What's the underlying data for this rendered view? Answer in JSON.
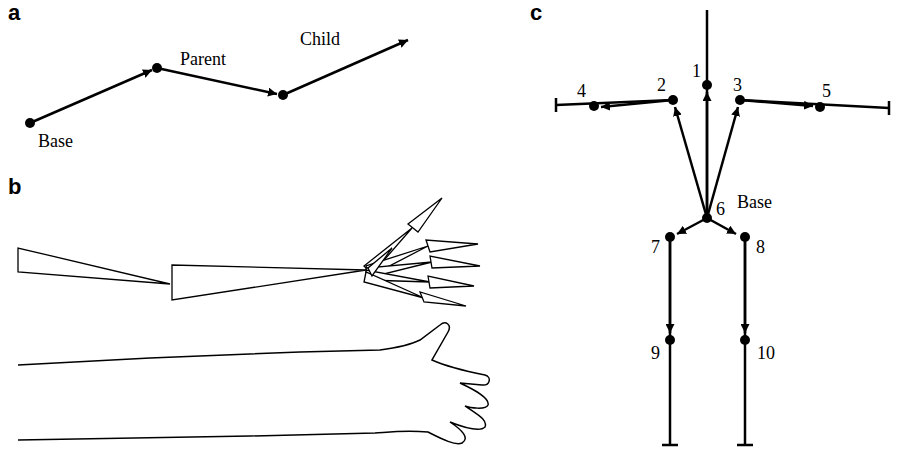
{
  "diagram": {
    "labels": [
      "a",
      "Parent",
      "Child",
      "Base",
      "b",
      "c",
      "1",
      "2",
      "3",
      "4",
      "5",
      "Base",
      "6",
      "7",
      "8",
      "9",
      "10"
    ]
  }
}
